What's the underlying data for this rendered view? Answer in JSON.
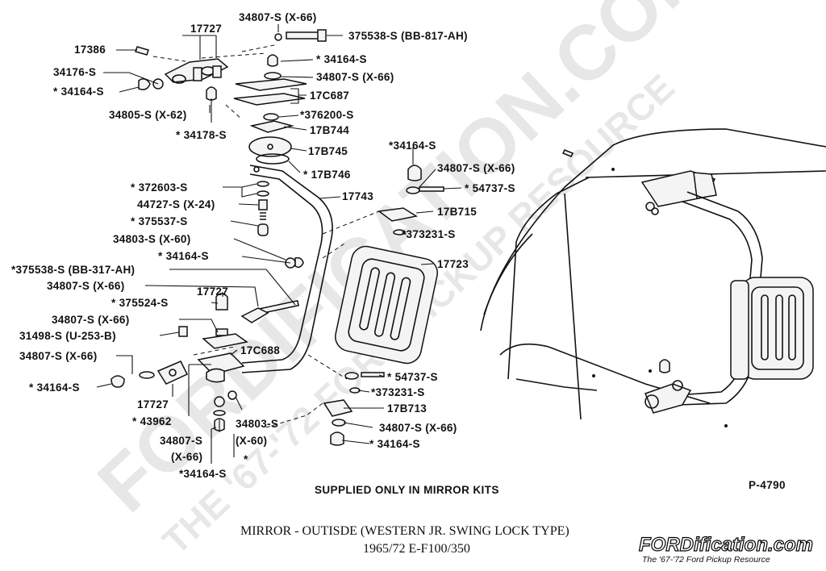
{
  "watermark": {
    "line1": "FORDIFICATION.COM",
    "line2": "THE '67-'72 FORD PICKUP RESOURCE"
  },
  "parts": [
    "34807-S (X-66)",
    "375538-S (BB-817-AH)",
    "17727",
    "17386",
    "34176-S",
    "* 34164-S",
    "* 34164-S",
    "34807-S (X-66)",
    "17C687",
    "34805-S (X-62)",
    "*376200-S",
    "* 34178-S",
    "17B744",
    "17B745",
    "* 17B746",
    "*34164-S",
    "34807-S (X-66)",
    "* 372603-S",
    "* 54737-S",
    "44727-S (X-24)",
    "17743",
    "17B715",
    "* 375537-S",
    "*373231-S",
    "34803-S (X-60)",
    "* 34164-S",
    "17723",
    "*375538-S (BB-317-AH)",
    "34807-S (X-66)",
    "17727",
    "* 375524-S",
    "34807-S (X-66)",
    "31498-S (U-253-B)",
    "17C688",
    "34807-S (X-66)",
    "* 54737-S",
    "* 34164-S",
    "*373231-S",
    "17727",
    "17B713",
    "* 43962",
    "34803-S",
    "34807-S (X-66)",
    "34807-S",
    "(X-60)",
    "(X-66)",
    "* 34164-S",
    "*34164-S",
    "*"
  ],
  "note": "SUPPLIED ONLY IN MIRROR KITS",
  "figure_id": "P-4790",
  "caption": {
    "title": "MIRROR - OUTISDE (WESTERN JR. SWING LOCK TYPE)",
    "subtitle": "1965/72 E-F100/350"
  },
  "logo": {
    "name": "FORDification.com",
    "tagline": "The '67-'72 Ford Pickup Resource"
  }
}
